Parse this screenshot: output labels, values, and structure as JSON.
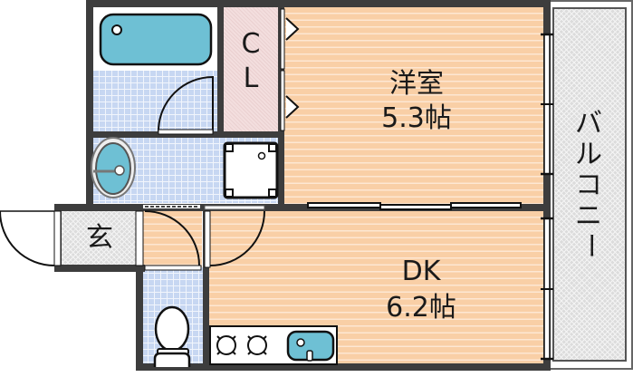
{
  "floorplan": {
    "rooms": {
      "western_room": {
        "name": "洋室",
        "size": "5.3帖"
      },
      "dining_kitchen": {
        "name": "DK",
        "size": "6.2帖"
      },
      "closet": {
        "line1": "C",
        "line2": "L"
      },
      "entrance": {
        "name": "玄"
      },
      "balcony": {
        "name": "バルコニー",
        "chars": [
          "バ",
          "ル",
          "コ",
          "ニ",
          "ー"
        ]
      }
    },
    "colors": {
      "wall": "#3d3d3d",
      "wood_floor": "#f9cfa6",
      "tile_floor": "#c7d7f2",
      "fixture_blue": "#6ec0d4",
      "closet_pink": "#f3dede",
      "balcony_gray": "#dcdcdc"
    }
  }
}
